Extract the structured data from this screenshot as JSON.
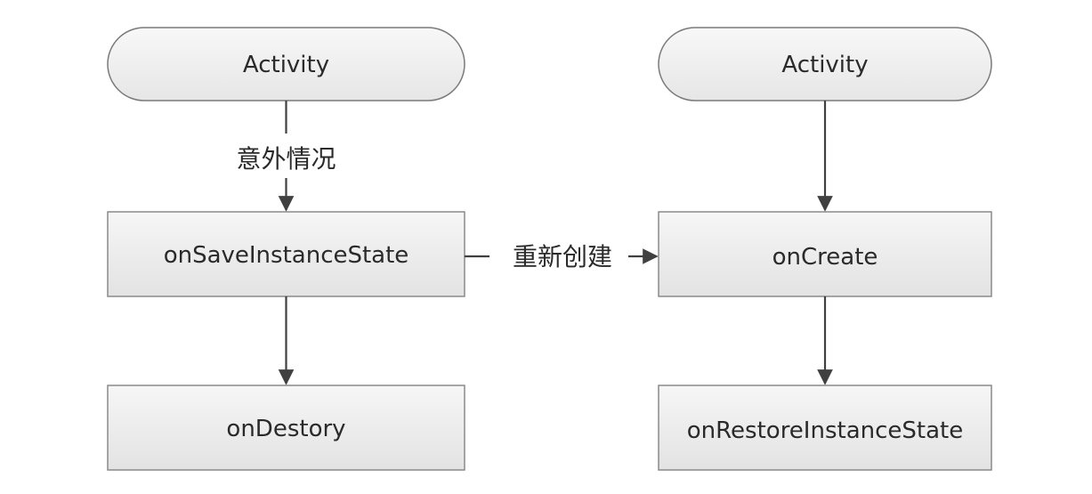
{
  "left_flow": {
    "start": "Activity",
    "edge_label": "意外情况",
    "save_state": "onSaveInstanceState",
    "destroy": "onDestory"
  },
  "cross_edge": {
    "label": "重新创建"
  },
  "right_flow": {
    "start": "Activity",
    "create": "onCreate",
    "restore": "onRestoreInstanceState"
  },
  "colors": {
    "box_fill_top": "#f4f4f4",
    "box_fill_bottom": "#e2e2e2",
    "stroke": "#8a8a8a",
    "arrow": "#404040"
  }
}
